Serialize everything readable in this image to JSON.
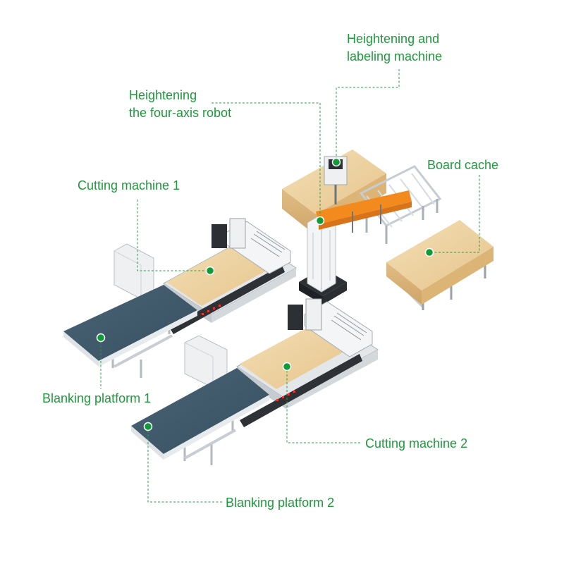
{
  "labels": {
    "labeling_machine": [
      "Heightening and",
      "labeling machine"
    ],
    "robot": [
      "Heightening",
      "the four-axis robot"
    ],
    "board_cache": "Board cache",
    "cutting_machine_1": "Cutting machine 1",
    "blanking_platform_1": "Blanking platform 1",
    "cutting_machine_2": "Cutting machine 2",
    "blanking_platform_2": "Blanking platform 2"
  },
  "colors": {
    "label_text": "#1e9a3c",
    "leader_line": "#2a9d4a",
    "marker": "#119a3a",
    "wood": "#ecd3a0",
    "conveyor_belt": "#3f5b6e",
    "robot_arm": "#f28a1e"
  }
}
